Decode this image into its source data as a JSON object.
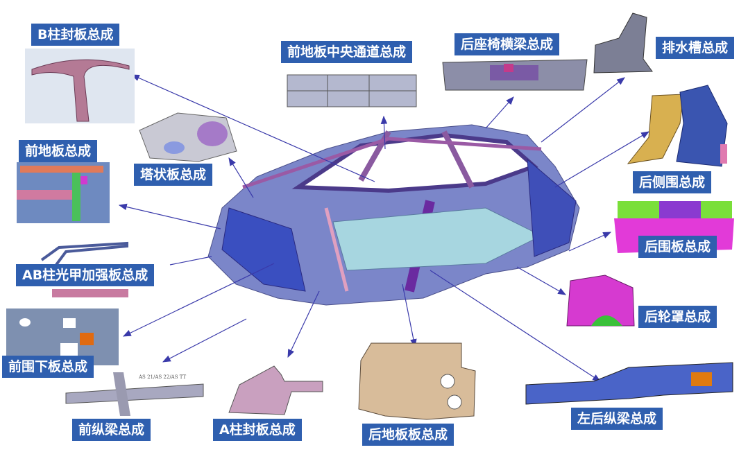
{
  "title": "车身总成零部件分解图",
  "colors": {
    "label_bg": "#2F5FAF",
    "label_text": "#FFFFFF",
    "arrow": "#3A3AAA"
  },
  "labels": {
    "b_pillar_seal": "B柱封板总成",
    "front_floor_tunnel": "前地板中央通道总成",
    "rear_seat_crossmember": "后座椅横梁总成",
    "drain_channel": "排水槽总成",
    "tower_panel": "塔状板总成",
    "front_floor": "前地板总成",
    "rear_side_panel": "后侧围总成",
    "rear_panel": "后围板总成",
    "ab_pillar_reinforcement": "AB柱光甲加强板总成",
    "rear_wheelhouse": "后轮罩总成",
    "front_dash_lower": "前围下板总成",
    "front_longitudinal_beam": "前纵梁总成",
    "a_pillar_seal": "A柱封板总成",
    "rear_floor": "后地板板总成",
    "left_rear_longitudinal_beam": "左后纵梁总成"
  },
  "drawing_note": "AS 21/AS 22/AS TT"
}
